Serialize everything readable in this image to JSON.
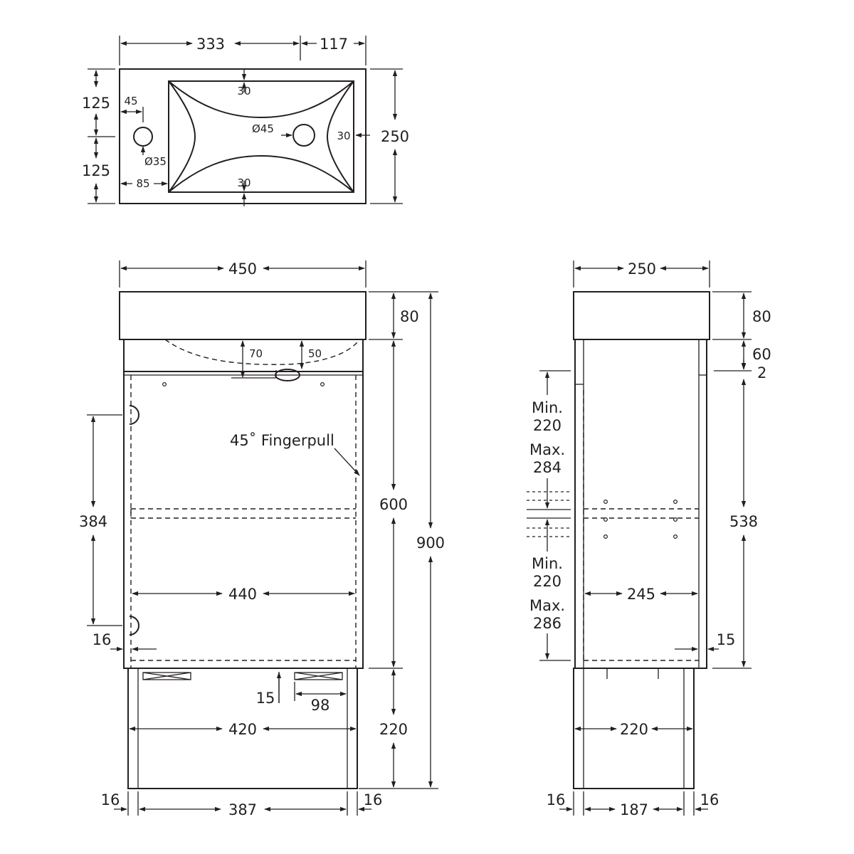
{
  "top_view": {
    "w_333": "333",
    "w_117": "117",
    "d_125_top": "125",
    "d_125_bottom": "125",
    "tap_45": "45",
    "tap_dia": "Ø35",
    "edge_85": "85",
    "rim_top": "30",
    "rim_bottom": "30",
    "rim_right": "30",
    "waste_dia": "Ø45",
    "overall_250": "250"
  },
  "front_view": {
    "width_450": "450",
    "top_80": "80",
    "basin_70": "70",
    "basin_50": "50",
    "fingerpull": "45˚ Fingerpull",
    "handle_384": "384",
    "carcass_600": "600",
    "overall_900": "900",
    "inner_440": "440",
    "side_16": "16",
    "leg_15": "15",
    "leg_98": "98",
    "plinth_420": "420",
    "plinth_220": "220",
    "foot_16_left": "16",
    "foot_387": "387",
    "foot_16_right": "16"
  },
  "side_view": {
    "depth_250": "250",
    "top_80": "80",
    "gap_60": "60",
    "gap_2": "2",
    "min_label_1": "Min.",
    "min_val_1": "220",
    "max_label_1": "Max.",
    "max_val_1": "284",
    "min_label_2": "Min.",
    "min_val_2": "220",
    "max_label_2": "Max.",
    "max_val_2": "286",
    "height_538": "538",
    "inner_245": "245",
    "back_15": "15",
    "plinth_220": "220",
    "foot_16_left": "16",
    "foot_187": "187",
    "foot_16_right": "16"
  }
}
